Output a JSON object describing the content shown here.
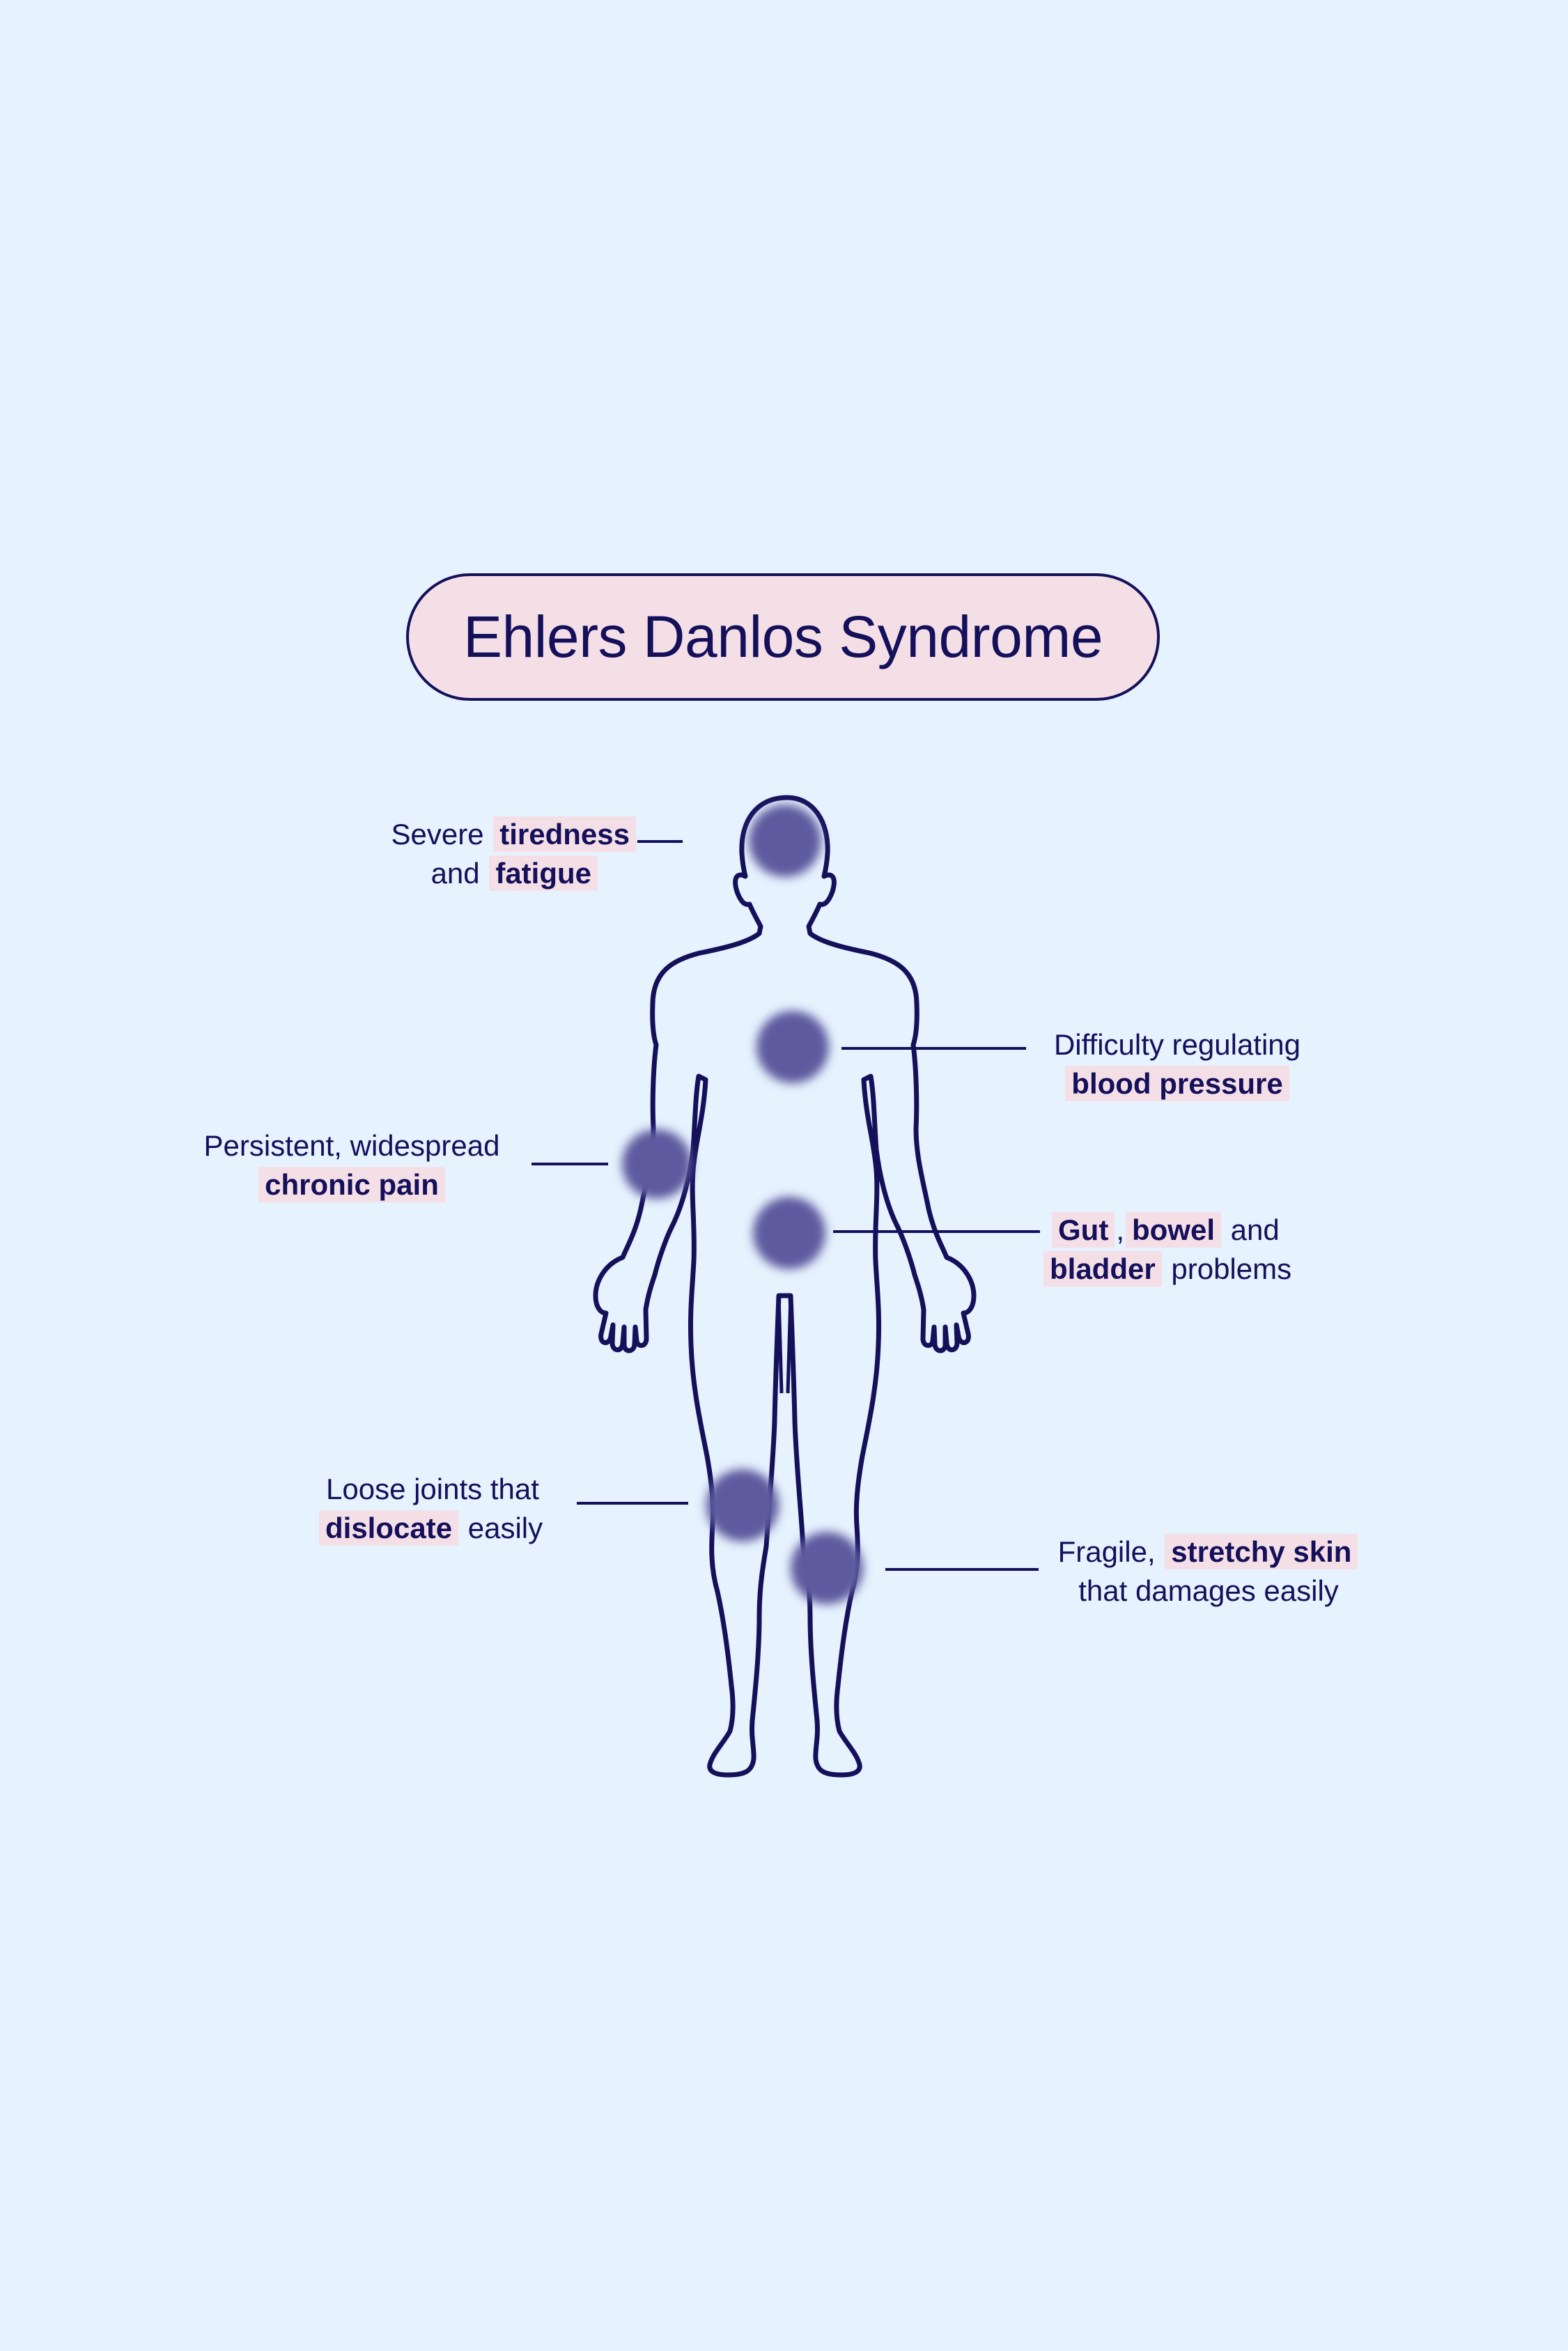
{
  "title": "Ehlers Danlos Syndrome",
  "colors": {
    "background": "#e6f2fe",
    "ink": "#14105a",
    "highlight": "#f5dfe7",
    "spot": "#5d5a9f"
  },
  "symptoms": {
    "fatigue": {
      "line1_pre": "Severe",
      "line1_hl": "tiredness",
      "line2_pre": "and",
      "line2_hl": "fatigue"
    },
    "blood_pressure": {
      "line1": "Difficulty regulating",
      "line2_hl": "blood pressure"
    },
    "chronic_pain": {
      "line1": "Persistent, widespread",
      "line2_hl": "chronic pain"
    },
    "gut": {
      "hl1": "Gut",
      "sep": ",",
      "hl2": "bowel",
      "post1": "and",
      "hl3": "bladder",
      "post2": "problems"
    },
    "joints": {
      "line1": "Loose joints that",
      "line2_hl": "dislocate",
      "line2_post": "easily"
    },
    "skin": {
      "line1_pre": "Fragile,",
      "line1_hl": "stretchy skin",
      "line2": "that damages easily"
    }
  }
}
